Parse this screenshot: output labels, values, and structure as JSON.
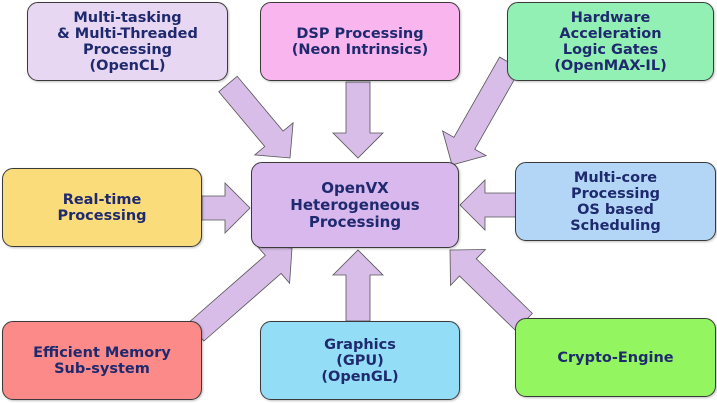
{
  "diagram": {
    "center": {
      "lines": [
        "OpenVX",
        "Heterogeneous",
        "Processing"
      ]
    },
    "nodes": {
      "opencl": {
        "lines": [
          "Multi-tasking",
          "& Multi-Threaded",
          "Processing",
          "(OpenCL)"
        ]
      },
      "dsp": {
        "lines": [
          "DSP Processing",
          "(Neon Intrinsics)"
        ]
      },
      "hwaccel": {
        "lines": [
          "Hardware",
          "Acceleration",
          "Logic Gates",
          "(OpenMAX-IL)"
        ]
      },
      "realtime": {
        "lines": [
          "Real-time",
          "Processing"
        ]
      },
      "multicore": {
        "lines": [
          "Multi-core",
          "Processing",
          "OS based",
          "Scheduling"
        ]
      },
      "memory": {
        "lines": [
          "Efficient Memory",
          "Sub-system"
        ]
      },
      "graphics": {
        "lines": [
          "Graphics",
          "(GPU)",
          "(OpenGL)"
        ]
      },
      "crypto": {
        "lines": [
          "Crypto-Engine"
        ]
      }
    },
    "colors": {
      "text": "#1f2a6e",
      "border": "#3a3a3a",
      "arrow_fill": "#d7bde8",
      "arrow_stroke": "#555555",
      "center_fill": "#d9b8ee",
      "opencl_fill": "#e8d7f2",
      "dsp_fill": "#f9b6ee",
      "hwaccel_fill": "#93f0b5",
      "realtime_fill": "#fbdc7a",
      "multicore_fill": "#b3d6f7",
      "memory_fill": "#fb8a89",
      "graphics_fill": "#93ddf7",
      "crypto_fill": "#93f55f"
    }
  }
}
